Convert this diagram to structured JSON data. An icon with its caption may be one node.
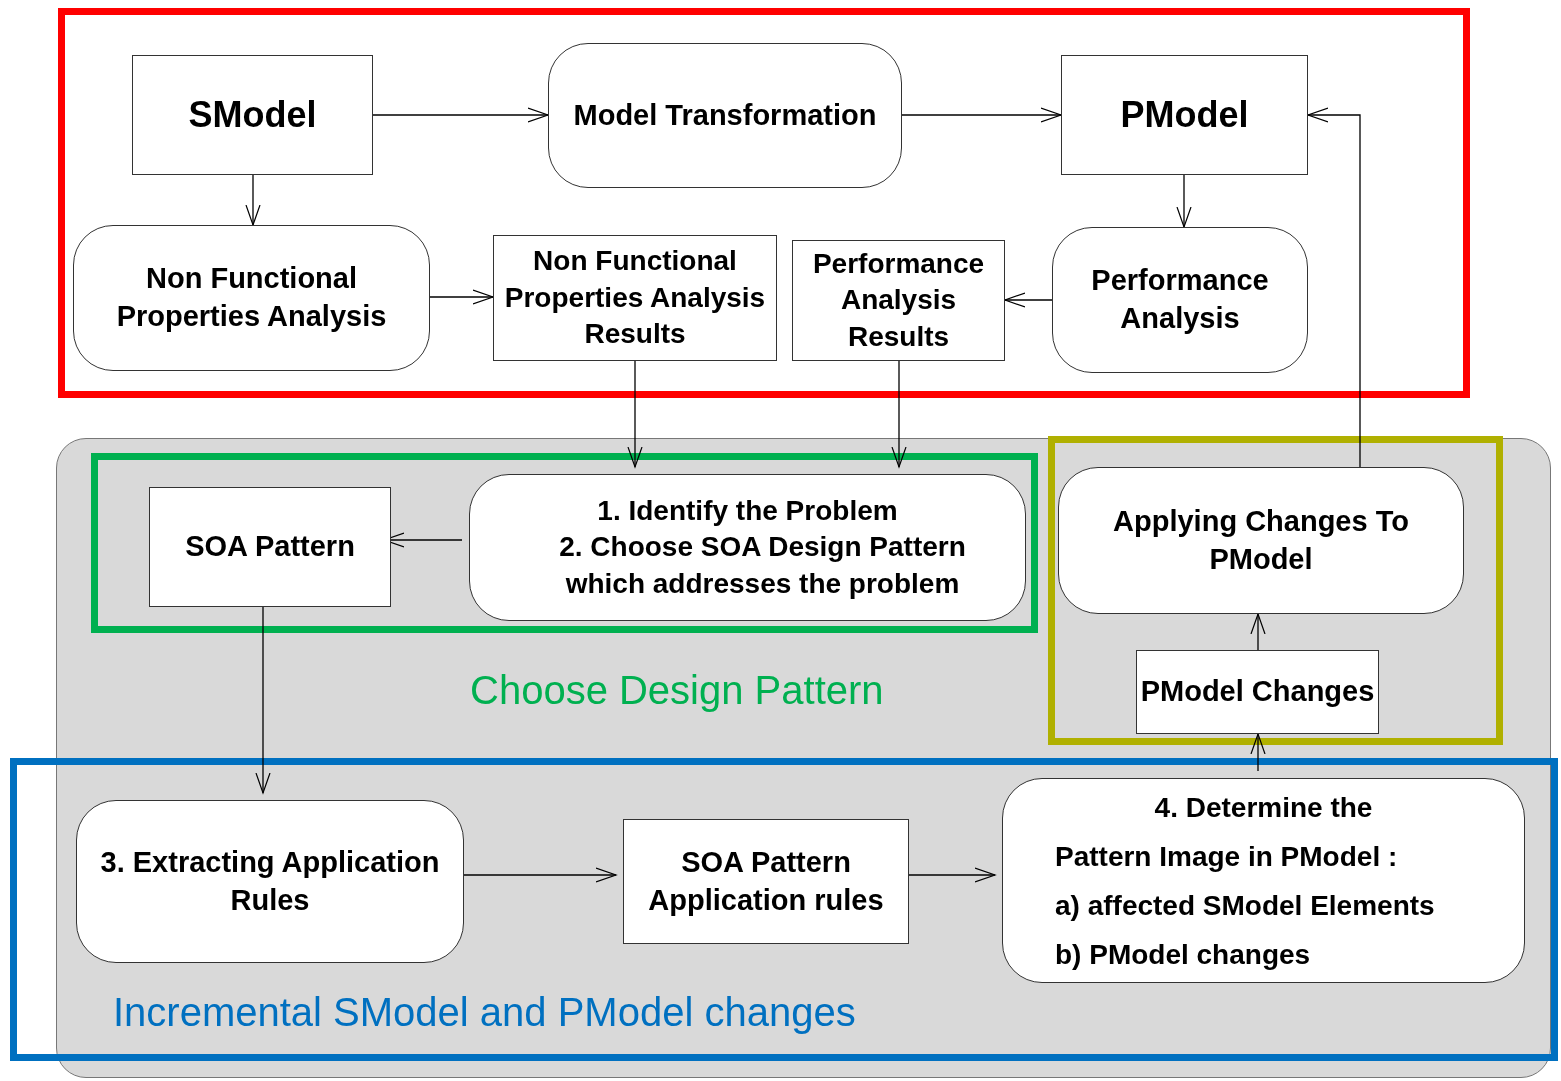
{
  "diagram": {
    "nodes": [
      {
        "text": [
          "SModel"
        ]
      },
      {
        "text": [
          "Model Transformation"
        ]
      },
      {
        "text": [
          "PModel"
        ]
      },
      {
        "text": [
          "Non Functional Properties Analysis"
        ]
      },
      {
        "text": [
          "Non Functional Properties Analysis Results"
        ]
      },
      {
        "text": [
          "Performance Analysis Results"
        ]
      },
      {
        "text": [
          "Performance Analysis"
        ]
      },
      {
        "text": [
          "Choose Design Pattern"
        ]
      },
      {
        "text": [
          "SOA Pattern"
        ],
        "in": 7
      },
      {
        "text": [
          "1. Identify the Problem",
          "2. Choose SOA Design Pattern which addresses the problem"
        ],
        "in": 7
      },
      {
        "text": [
          "Applying Changes To PModel"
        ]
      },
      {
        "text": [
          "PModel Changes"
        ]
      },
      {
        "text": [
          "Incremental SModel and PModel changes"
        ]
      },
      {
        "text": [
          "3. Extracting Application Rules"
        ],
        "in": 12
      },
      {
        "text": [
          "SOA Pattern Application rules"
        ],
        "in": 12
      },
      {
        "text": [
          "4. Determine the",
          "Pattern Image in PModel :",
          "a) affected SModel Elements",
          "b) PModel changes"
        ],
        "in": 12
      }
    ],
    "edges": [
      {
        "from": 0,
        "to": 1,
        "arrow": "to"
      },
      {
        "from": 1,
        "to": 2,
        "arrow": "to"
      },
      {
        "from": 0,
        "to": 3,
        "arrow": "to"
      },
      {
        "from": 2,
        "to": 6,
        "arrow": "to"
      },
      {
        "from": 3,
        "to": 4,
        "arrow": "to"
      },
      {
        "from": 6,
        "to": 5,
        "arrow": "to"
      },
      {
        "from": 4,
        "to": 9,
        "arrow": "to"
      },
      {
        "from": 5,
        "to": 9,
        "arrow": "to"
      },
      {
        "from": 9,
        "to": 8,
        "arrow": "to"
      },
      {
        "from": 8,
        "to": 13,
        "arrow": "to"
      },
      {
        "from": 13,
        "to": 14,
        "arrow": "to"
      },
      {
        "from": 14,
        "to": 15,
        "arrow": "to"
      },
      {
        "from": 15,
        "to": 11,
        "arrow": "to"
      },
      {
        "from": 11,
        "to": 10,
        "arrow": "to"
      },
      {
        "from": 10,
        "to": 2,
        "arrow": "to"
      }
    ]
  }
}
